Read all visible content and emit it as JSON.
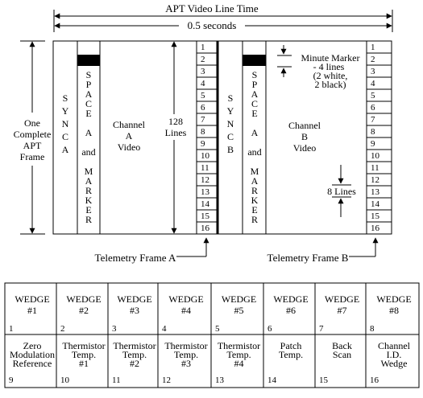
{
  "top": {
    "title": "APT Video Line Time",
    "duration": "0.5 seconds"
  },
  "frame_label": [
    "One",
    "Complete",
    "APT",
    "Frame"
  ],
  "segments": {
    "sync_a": [
      "S",
      "Y",
      "N",
      "C",
      "A"
    ],
    "space_a": [
      "S",
      "P",
      "A",
      "C",
      "E",
      "",
      "A",
      "",
      "and",
      "",
      "M",
      "A",
      "R",
      "K",
      "E",
      "R"
    ],
    "channel_a": [
      "Channel",
      "A",
      "Video"
    ],
    "lines_128": [
      "128",
      "Lines"
    ],
    "sync_b": [
      "S",
      "Y",
      "N",
      "C",
      "B"
    ],
    "space_b": [
      "S",
      "P",
      "A",
      "C",
      "E",
      "",
      "A",
      "",
      "and",
      "",
      "M",
      "A",
      "R",
      "K",
      "E",
      "R"
    ],
    "channel_b": [
      "Channel",
      "B",
      "Video"
    ],
    "minute_marker": [
      "Minute Marker",
      "- 4 lines",
      "(2 white,",
      "2 black)"
    ],
    "eight_lines": "8 Lines"
  },
  "telemetry_numbers": [
    "1",
    "2",
    "3",
    "4",
    "5",
    "6",
    "7",
    "8",
    "9",
    "10",
    "11",
    "12",
    "13",
    "14",
    "15",
    "16"
  ],
  "telemetry_labels": {
    "a": "Telemetry Frame A",
    "b": "Telemetry Frame B"
  },
  "wedge_table": {
    "row1": [
      {
        "label": "WEDGE",
        "sub": "#1",
        "num": "1"
      },
      {
        "label": "WEDGE",
        "sub": "#2",
        "num": "2"
      },
      {
        "label": "WEDGE",
        "sub": "#3",
        "num": "3"
      },
      {
        "label": "WEDGE",
        "sub": "#4",
        "num": "4"
      },
      {
        "label": "WEDGE",
        "sub": "#5",
        "num": "5"
      },
      {
        "label": "WEDGE",
        "sub": "#6",
        "num": "6"
      },
      {
        "label": "WEDGE",
        "sub": "#7",
        "num": "7"
      },
      {
        "label": "WEDGE",
        "sub": "#8",
        "num": "8"
      }
    ],
    "row2": [
      {
        "lines": [
          "Zero",
          "Modulation",
          "Reference"
        ],
        "num": "9"
      },
      {
        "lines": [
          "Thermistor",
          "Temp.",
          "#1"
        ],
        "num": "10"
      },
      {
        "lines": [
          "Thermistor",
          "Temp.",
          "#2"
        ],
        "num": "11"
      },
      {
        "lines": [
          "Thermistor",
          "Temp.",
          "#3"
        ],
        "num": "12"
      },
      {
        "lines": [
          "Thermistor",
          "Temp.",
          "#4"
        ],
        "num": "13"
      },
      {
        "lines": [
          "Patch",
          "Temp."
        ],
        "num": "14"
      },
      {
        "lines": [
          "Back",
          "Scan"
        ],
        "num": "15"
      },
      {
        "lines": [
          "Channel",
          "I.D.",
          "Wedge"
        ],
        "num": "16"
      }
    ]
  }
}
